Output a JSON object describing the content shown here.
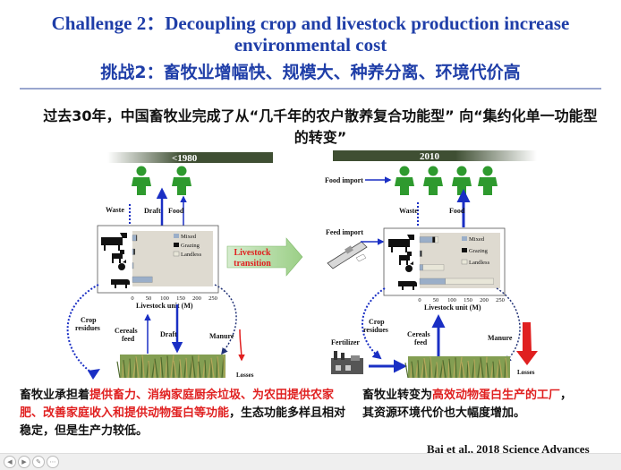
{
  "title": {
    "en": "Challenge 2：Decoupling crop and livestock production increase environmental cost",
    "cn": "挑战2：畜牧业增幅快、规模大、种养分离、环境代价高"
  },
  "intro": "过去30年，中国畜牧业完成了从“几千年的农户散养复合功能型” 向“集约化单一功能型的转变”",
  "left_panel": {
    "year": "<1980",
    "waste": "Waste",
    "draft_top": "Draft",
    "food": "Food",
    "legend": [
      "Mixed",
      "Grazing",
      "Landless"
    ],
    "x_ticks": [
      "0",
      "50",
      "100",
      "150",
      "200",
      "250"
    ],
    "x_label": "Livestock unit (M)",
    "crop_residues": "Crop\nresidues",
    "cereals_feed": "Cereals\nfeed",
    "draft_bottom": "Draft",
    "manure": "Manure",
    "losses": "Losses"
  },
  "transition": {
    "line1": "Livestock",
    "line2": "transition"
  },
  "right_panel": {
    "year": "2010",
    "food_import": "Food import",
    "feed_import": "Feed import",
    "waste": "Waste",
    "food": "Food",
    "legend": [
      "Mixed",
      "Grazing",
      "Landless"
    ],
    "x_ticks": [
      "0",
      "50",
      "100",
      "150",
      "200",
      "250"
    ],
    "x_label": "Livestock unit (M)",
    "fertilizer": "Fertilizer",
    "crop_residues": "Crop\nresidues",
    "cereals_feed": "Cereals\nfeed",
    "manure": "Manure",
    "losses": "Losses"
  },
  "paragraph_left": {
    "p1": "畜牧业承担着",
    "p2_red": "提供畜力、消纳家庭厨余垃圾、为农田提供农家肥、改善家庭收入和提供动物蛋白等功能",
    "p3": "，生态功能多样且相对稳定，但是生产力较低。"
  },
  "paragraph_right": {
    "p1": "畜牧业转变为",
    "p2_red": "高效动物蛋白生产的工厂",
    "p3": "，其资源环境代价也大幅度增加。"
  },
  "citation": "Bai et al., 2018 Science Advances",
  "colors": {
    "title": "#1f3ea8",
    "accent_red": "#e02020",
    "people_green": "#2e9a2e",
    "arrow_blue": "#1a2fc4",
    "banner_dark": "#3f4f33",
    "chart_bg": "#dedad0",
    "mixed": "#9aaec8",
    "grazing": "#111111",
    "landless": "#e8e6d8"
  },
  "chart_data": [
    {
      "type": "bar",
      "orientation": "horizontal",
      "title": "<1980",
      "categories": [
        "cattle",
        "sheep",
        "poultry",
        "pig"
      ],
      "xlabel": "Livestock unit (M)",
      "xlim": [
        0,
        250
      ],
      "legend": "inside-right",
      "series": [
        {
          "name": "Mixed",
          "values": [
            12,
            4,
            3,
            62
          ]
        },
        {
          "name": "Grazing",
          "values": [
            2,
            4,
            0,
            0
          ]
        },
        {
          "name": "Landless",
          "values": [
            0,
            0,
            0,
            0
          ]
        }
      ]
    },
    {
      "type": "bar",
      "orientation": "horizontal",
      "title": "2010",
      "categories": [
        "cattle",
        "sheep",
        "poultry",
        "pig"
      ],
      "xlabel": "Livestock unit (M)",
      "xlim": [
        0,
        250
      ],
      "legend": "inside-right",
      "series": [
        {
          "name": "Mixed",
          "values": [
            40,
            2,
            10,
            80
          ]
        },
        {
          "name": "Grazing",
          "values": [
            8,
            4,
            0,
            0
          ]
        },
        {
          "name": "Landless",
          "values": [
            10,
            2,
            65,
            150
          ]
        }
      ]
    }
  ]
}
